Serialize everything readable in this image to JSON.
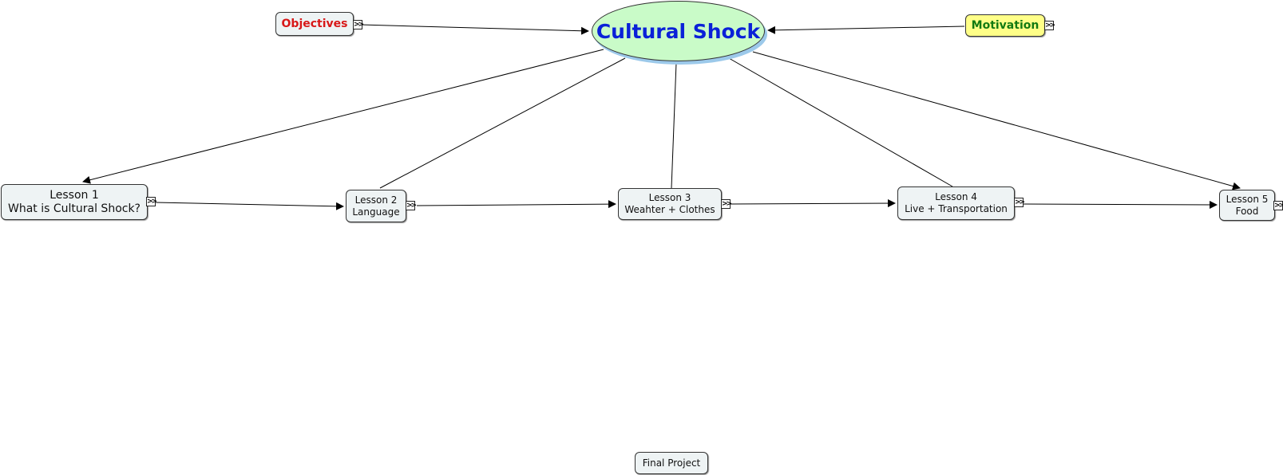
{
  "central": {
    "label": "Cultural Shock"
  },
  "objectives": {
    "label": "Objectives"
  },
  "motivation": {
    "label": "Motivation"
  },
  "lessons": [
    {
      "title": "Lesson 1",
      "subtitle": "What is Cultural Shock?"
    },
    {
      "title": "Lesson 2",
      "subtitle": "Language"
    },
    {
      "title": "Lesson 3",
      "subtitle": "Weahter + Clothes"
    },
    {
      "title": "Lesson 4",
      "subtitle": "Live + Transportation"
    },
    {
      "title": "Lesson 5",
      "subtitle": "Food"
    }
  ],
  "final_project": {
    "label": "Final Project"
  },
  "icons": {
    "resource_linker": "double-chevron-icon"
  },
  "colors": {
    "central_fill": "#c9fbc8",
    "central_text": "#0a21d8",
    "objectives_text": "#d81818",
    "motivation_fill": "#ffff88",
    "motivation_text": "#127a12",
    "node_fill": "#eef3f4"
  }
}
